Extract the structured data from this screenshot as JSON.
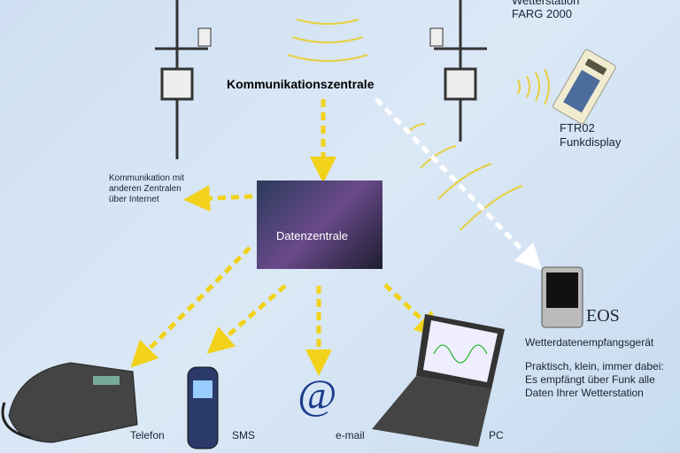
{
  "labels": {
    "station": "Wetterstation",
    "station_model": "FARG 2000",
    "central": "Kommunikationszentrale",
    "ftr_model": "FTR02",
    "ftr_name": "Funkdisplay",
    "internet": [
      "Kommunikation mit",
      "anderen Zentralen",
      "über Internet"
    ],
    "datacenter": "Datenzentrale",
    "eos": "EOS",
    "eos_name": "Wetterdatenempfangsgerät",
    "eos_desc": [
      "Praktisch, klein, immer dabei:",
      "Es empfängt über Funk alle",
      "Daten Ihrer Wetterstation"
    ],
    "telefon": "Telefon",
    "sms": "SMS",
    "email": "e-mail",
    "email_symbol": "@",
    "pc": "PC"
  },
  "colors": {
    "arrow": "#f2d21a",
    "wave": "#e8d040"
  }
}
